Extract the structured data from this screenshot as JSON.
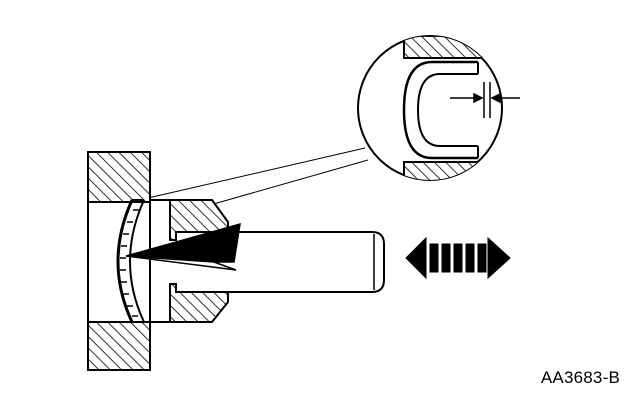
{
  "figure": {
    "reference_code": "AA3683-B",
    "colors": {
      "ink": "#000000",
      "paper": "#ffffff"
    },
    "parts": [
      "housing-wall",
      "curved-seal",
      "sleeve-bore",
      "shaft-pin",
      "force-arrow",
      "movement-arrow",
      "detail-magnifier",
      "clearance-arrows"
    ]
  }
}
